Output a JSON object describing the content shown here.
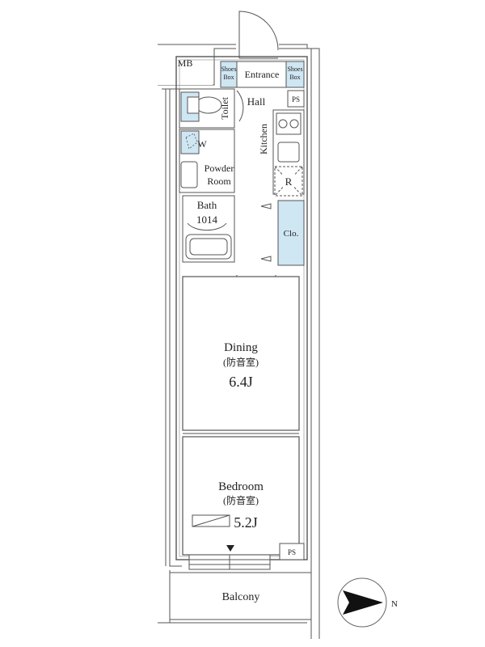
{
  "plan": {
    "mb": "MB",
    "entrance": "Entrance",
    "shoes_box_left": [
      "Shoes",
      "Box"
    ],
    "shoes_box_right": [
      "Shoes",
      "Box"
    ],
    "ps_top": "PS",
    "hall": "Hall",
    "toilet": "Toilet",
    "kitchen": "Kitchen",
    "washer": "W",
    "powder_room": [
      "Powder",
      "Room"
    ],
    "refrigerator": "R",
    "bath": "Bath",
    "bath_size": "1014",
    "closet": "Clo.",
    "dining": "Dining",
    "dining_note": "(防音室)",
    "dining_size": "6.4J",
    "bedroom": "Bedroom",
    "bedroom_note": "(防音室)",
    "bedroom_size": "5.2J",
    "ps_bottom": "PS",
    "balcony": "Balcony",
    "compass": "N"
  }
}
